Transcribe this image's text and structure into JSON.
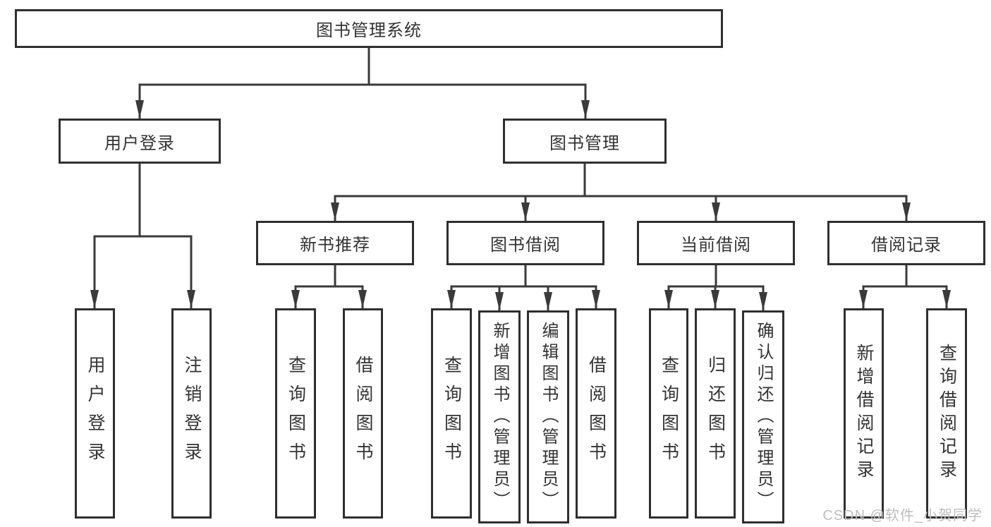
{
  "tree": {
    "label": "图书管理系统",
    "children": [
      {
        "label": "用户登录",
        "children": [
          {
            "label": "用户登录"
          },
          {
            "label": "注销登录"
          }
        ]
      },
      {
        "label": "图书管理",
        "children": [
          {
            "label": "新书推荐",
            "children": [
              {
                "label": "查询图书"
              },
              {
                "label": "借阅图书"
              }
            ]
          },
          {
            "label": "图书借阅",
            "children": [
              {
                "label": "查询图书"
              },
              {
                "label": "新增图书（管理员）"
              },
              {
                "label": "编辑图书（管理员）"
              },
              {
                "label": "借阅图书"
              }
            ]
          },
          {
            "label": "当前借阅",
            "children": [
              {
                "label": "查询图书"
              },
              {
                "label": "归还图书"
              },
              {
                "label": "确认归还（管理员）"
              }
            ]
          },
          {
            "label": "借阅记录",
            "children": [
              {
                "label": "新增借阅记录"
              },
              {
                "label": "查询借阅记录"
              }
            ]
          }
        ]
      }
    ]
  },
  "watermark": "CSDN @软件_小贺同学",
  "colors": {
    "line": "#3a3a3a",
    "boxborder": "#2f2f2f",
    "text": "#333333",
    "watermark": "#bdbdbd"
  }
}
